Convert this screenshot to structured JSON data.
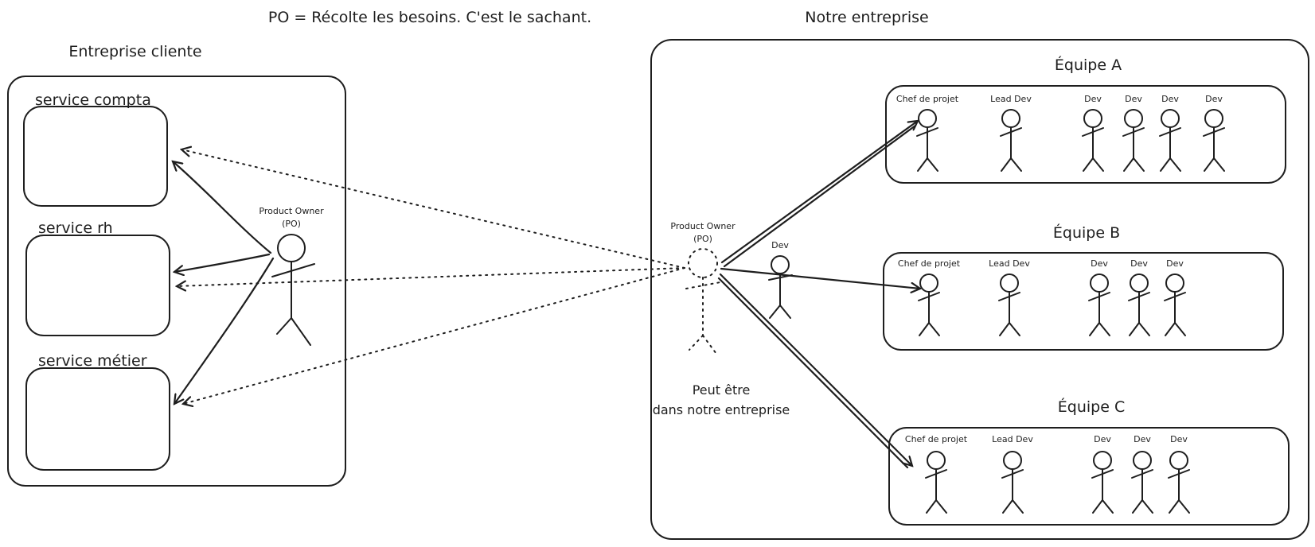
{
  "header": {
    "po_note": "PO = Récolte les besoins. C'est le sachant.",
    "our_company": "Notre entreprise"
  },
  "client": {
    "title": "Entreprise cliente",
    "services": [
      "service compta",
      "service rh",
      "service métier"
    ],
    "po": {
      "line1": "Product Owner",
      "line2": "(PO)"
    }
  },
  "company": {
    "po": {
      "line1": "Product Owner",
      "line2": "(PO)"
    },
    "dev_label": "Dev",
    "note_line1": "Peut être",
    "note_line2": "dans notre entreprise",
    "teams": [
      {
        "name": "Équipe A",
        "members": [
          "Chef de projet",
          "Lead Dev",
          "Dev",
          "Dev",
          "Dev",
          "Dev"
        ]
      },
      {
        "name": "Équipe B",
        "members": [
          "Chef de projet",
          "Lead Dev",
          "Dev",
          "Dev",
          "Dev"
        ]
      },
      {
        "name": "Équipe C",
        "members": [
          "Chef de projet",
          "Lead Dev",
          "Dev",
          "Dev",
          "Dev"
        ]
      }
    ]
  }
}
